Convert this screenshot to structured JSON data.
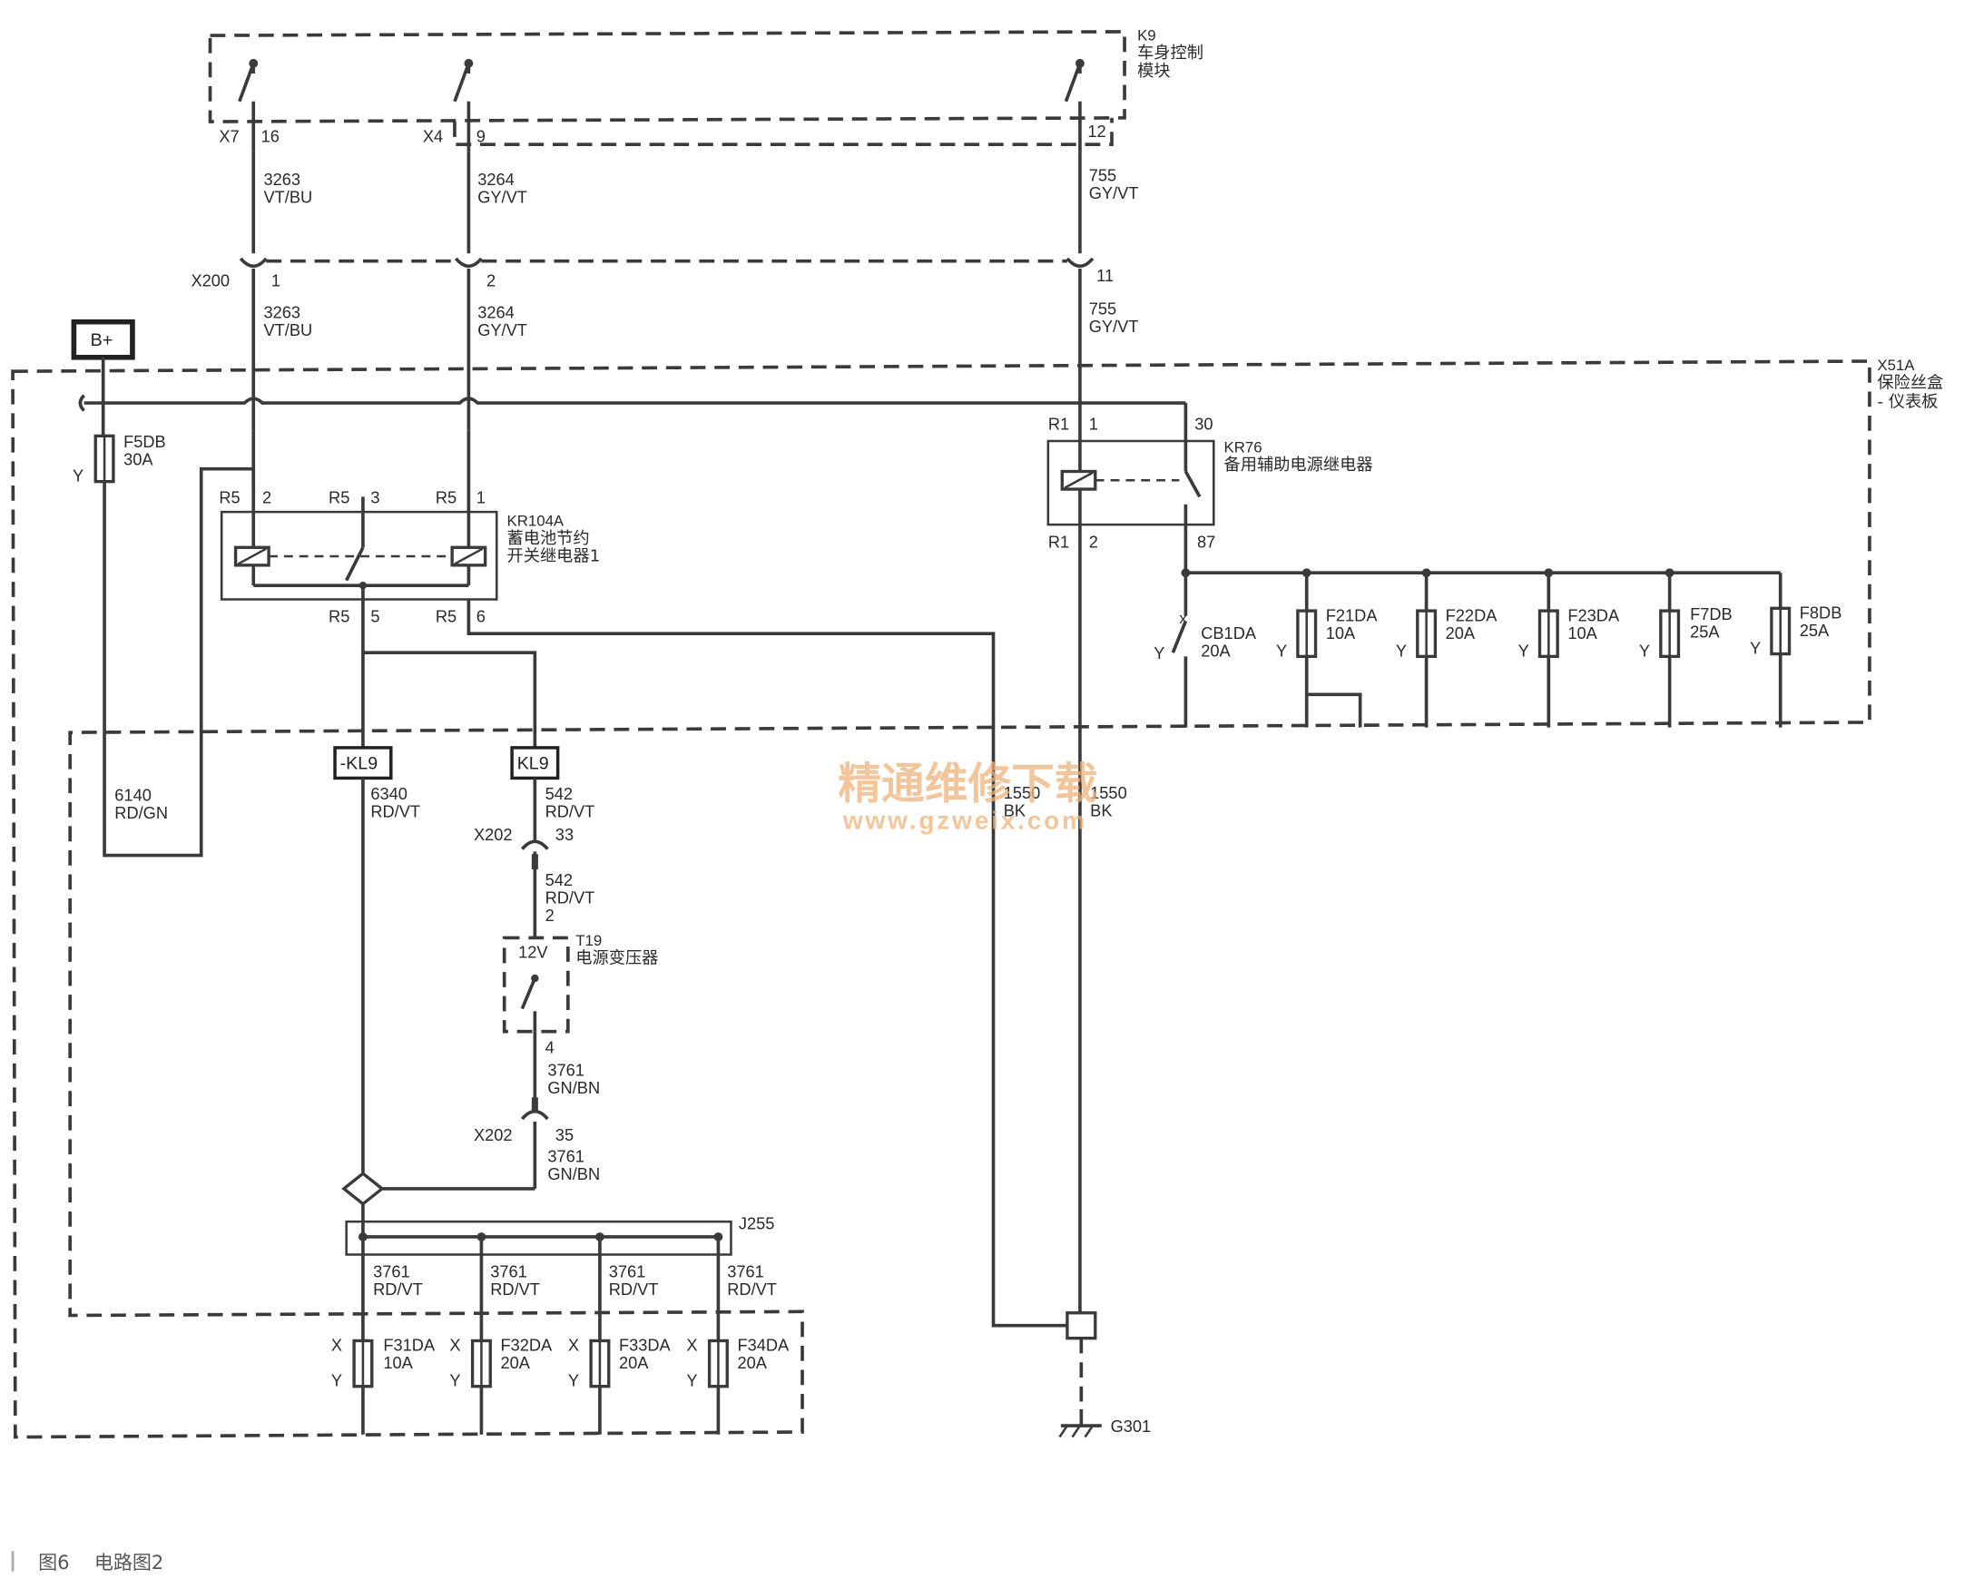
{
  "labels": {
    "k9_id": "K9",
    "k9_l1": "车身控制",
    "k9_l2": "模块",
    "x51a_id": "X51A",
    "x51a_l1": "保险丝盒",
    "x51a_l2": "- 仪表板",
    "kr104a_id": "KR104A",
    "kr104a_l1": "蓄电池节约",
    "kr104a_l2": "开关继电器1",
    "kr76_id": "KR76",
    "kr76_l1": "备用辅助电源继电器",
    "t19_id": "T19",
    "t19_l1": "电源变压器",
    "t19_volt": "12V",
    "j255": "J255",
    "g301": "G301",
    "bplus": "B+",
    "kl9": "KL9",
    "neg_kl9": "-KL9",
    "x7": "X7",
    "x4": "X4",
    "x200": "X200",
    "x202a": "X202",
    "x202b": "X202",
    "r5": "R5",
    "r1": "R1",
    "y": "Y",
    "x": "X",
    "p16": "16",
    "p9": "9",
    "p12": "12",
    "p1": "1",
    "p2": "2",
    "p3": "3",
    "p5": "5",
    "p6": "6",
    "p11": "11",
    "p30": "30",
    "p87": "87",
    "p33": "33",
    "p4": "4",
    "p35": "35"
  },
  "wires": {
    "w3263_num": "3263",
    "w3263_col": "VT/BU",
    "w3264_num": "3264",
    "w3264_col": "GY/VT",
    "w755_num": "755",
    "w755_col": "GY/VT",
    "w6140_num": "6140",
    "w6140_col": "RD/GN",
    "w6340_num": "6340",
    "w6340_col": "RD/VT",
    "w542_num": "542",
    "w542_col": "RD/VT",
    "w3761_num": "3761",
    "w3761_col_gnbn": "GN/BN",
    "w3761_col_rdvt": "RD/VT",
    "w1550_num": "1550",
    "w1550_col": "BK"
  },
  "fuses": {
    "f5db": {
      "name": "F5DB",
      "rating": "30A"
    },
    "cb1da": {
      "name": "CB1DA",
      "rating": "20A"
    },
    "f21da": {
      "name": "F21DA",
      "rating": "10A"
    },
    "f22da": {
      "name": "F22DA",
      "rating": "20A"
    },
    "f23da": {
      "name": "F23DA",
      "rating": "10A"
    },
    "f7db": {
      "name": "F7DB",
      "rating": "25A"
    },
    "f8db": {
      "name": "F8DB",
      "rating": "25A"
    },
    "f31da": {
      "name": "F31DA",
      "rating": "10A"
    },
    "f32da": {
      "name": "F32DA",
      "rating": "20A"
    },
    "f33da": {
      "name": "F33DA",
      "rating": "20A"
    },
    "f34da": {
      "name": "F34DA",
      "rating": "20A"
    }
  },
  "watermark": {
    "cn": "精通维修下载",
    "url": "www.gzweix.com"
  },
  "caption": {
    "fig": "图6",
    "title": "电路图2"
  }
}
